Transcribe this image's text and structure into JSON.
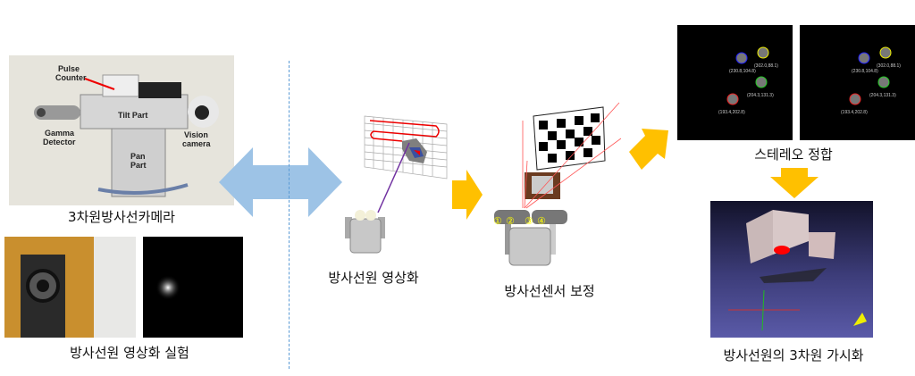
{
  "camera_photo": {
    "labels": {
      "pulse_counter": [
        "Pulse",
        "Counter"
      ],
      "tilt_part": "Tilt Part",
      "gamma_detector": [
        "Gamma",
        "Detector"
      ],
      "vision_camera": [
        "Vision",
        "camera"
      ],
      "pan_part": [
        "Pan",
        "Part"
      ]
    },
    "caption": "3차원방사선카메라"
  },
  "experiment": {
    "caption": "방사선원 영상화 실험"
  },
  "imaging": {
    "caption": "방사선원 영상화"
  },
  "calibration": {
    "caption": "방사선센서 보정",
    "sensor_numbers": [
      "①",
      "②",
      "③",
      "④"
    ]
  },
  "stereo": {
    "caption": "스테레오 정합",
    "points": [
      "(302.0,88.1)",
      "(230.8,104.8)",
      "(204.3,131.3)",
      "(193.4,202.8)"
    ]
  },
  "visualization": {
    "caption": "방사선원의 3차원 가시화"
  },
  "colors": {
    "arrow_orange": "#ffc000",
    "arrow_blue": "#9dc3e6",
    "divider": "#5b9bd5"
  }
}
